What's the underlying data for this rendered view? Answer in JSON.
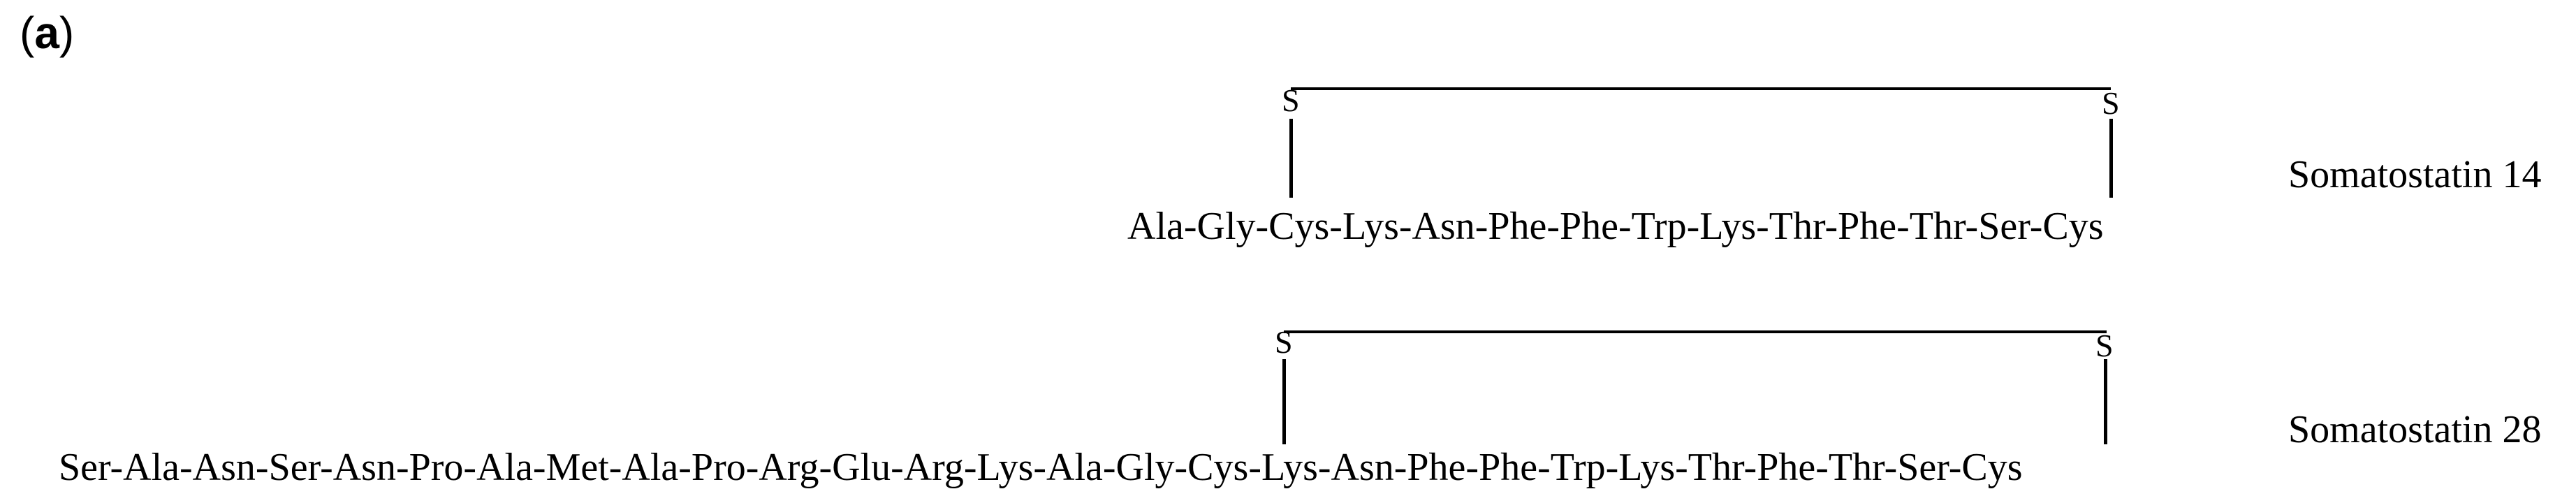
{
  "panel": {
    "open": "(",
    "letter": "a",
    "close": ")"
  },
  "somatostatin14": {
    "sequence": "Ala-Gly-Cys-Lys-Asn-Phe-Phe-Trp-Lys-Thr-Phe-Thr-Ser-Cys",
    "sulfur_left": "S",
    "sulfur_right": "S",
    "name": "Somatostatin 14"
  },
  "somatostatin28": {
    "sequence": "Ser-Ala-Asn-Ser-Asn-Pro-Ala-Met-Ala-Pro-Arg-Glu-Arg-Lys-Ala-Gly-Cys-Lys-Asn-Phe-Phe-Trp-Lys-Thr-Phe-Thr-Ser-Cys",
    "sulfur_left": "S",
    "sulfur_right": "S",
    "name": "Somatostatin 28"
  }
}
